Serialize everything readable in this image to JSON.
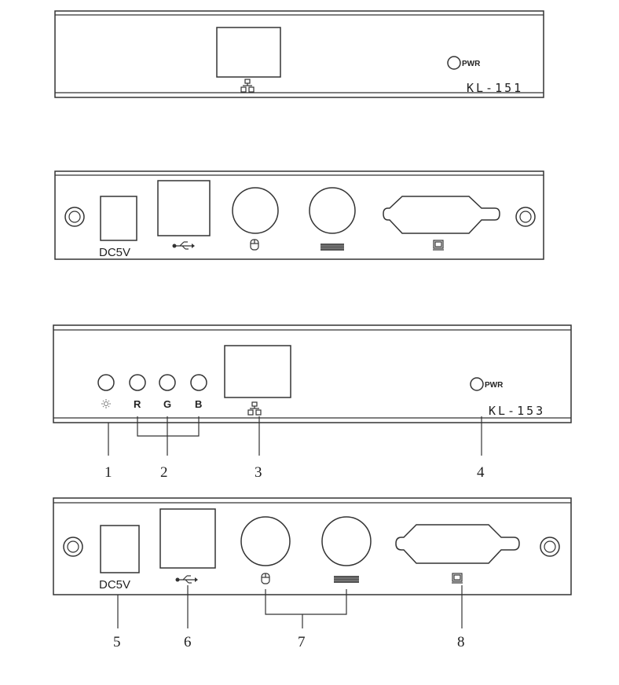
{
  "panels": {
    "kl151_front": {
      "model": "KL-151",
      "pwr_label": "PWR"
    },
    "kl151_rear": {
      "dc_label": "DC5V"
    },
    "kl153_front": {
      "model": "KL-153",
      "pwr_label": "PWR",
      "led_labels": [
        "R",
        "G",
        "B"
      ]
    },
    "kl153_rear": {
      "dc_label": "DC5V"
    }
  },
  "callouts": [
    "1",
    "2",
    "3",
    "4",
    "5",
    "6",
    "7",
    "8"
  ],
  "icons": {
    "network": "network-icon",
    "usb": "usb-icon",
    "mouse": "mouse-icon",
    "keyboard": "keyboard-icon",
    "monitor": "monitor-icon",
    "brightness": "sun-icon"
  }
}
